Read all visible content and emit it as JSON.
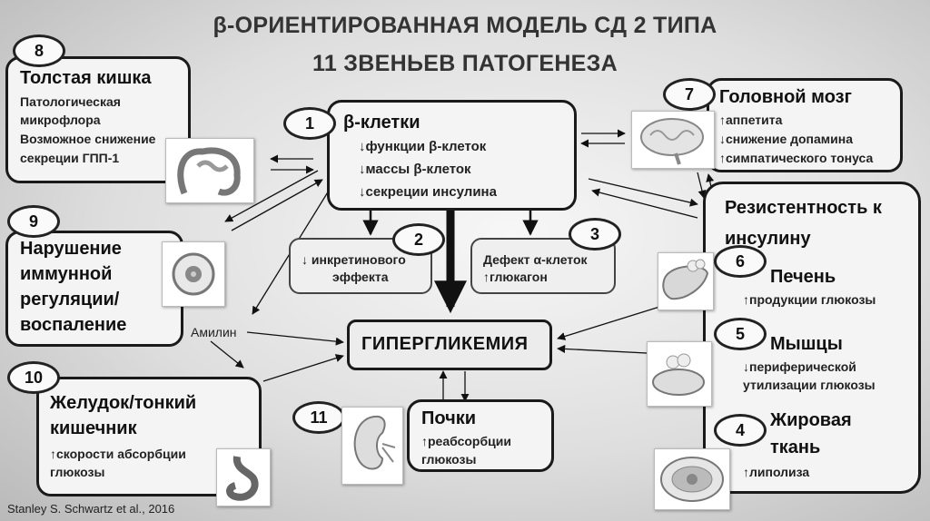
{
  "title": {
    "line1": "β-ОРИЕНТИРОВАННАЯ МОДЕЛЬ СД 2 ТИПА",
    "line2": "11 ЗВЕНЬЕВ ПАТОГЕНЕЗА"
  },
  "beta_cells": {
    "num": "1",
    "heading": "β-клетки",
    "items": [
      "↓функции β-клеток",
      "↓массы β-клеток",
      "↓секреции инсулина"
    ]
  },
  "incretin": {
    "num": "2",
    "line1": "↓ инкретинового",
    "line2": "эффекта"
  },
  "alpha_cells": {
    "num": "3",
    "line1": "Дефект α-клеток",
    "line2": "↑глюкагон"
  },
  "hyperglycemia": {
    "label": "ГИПЕРГЛИКЕМИЯ"
  },
  "colon": {
    "num": "8",
    "heading": "Толстая кишка",
    "items": [
      "Патологическая",
      "микрофлора",
      "Возможное снижение",
      "секреции ГПП-1"
    ]
  },
  "immune": {
    "num": "9",
    "lines": [
      "Нарушение",
      "иммунной",
      "регуляции/",
      "воспаление"
    ]
  },
  "amylin": {
    "label": "Амилин"
  },
  "stomach": {
    "num": "10",
    "lines": [
      "Желудок/тонкий",
      "кишечник"
    ],
    "items": [
      "↑скорости абсорбции",
      "глюкозы"
    ]
  },
  "kidneys": {
    "num": "11",
    "heading": "Почки",
    "items": [
      "↑реабсорбции",
      "глюкозы"
    ]
  },
  "brain": {
    "num": "7",
    "heading": "Головной мозг",
    "items": [
      "↑аппетита",
      "↓снижение допамина",
      "↑симпатического тонуса"
    ]
  },
  "resistance": {
    "lines": [
      "Резистентность к",
      "инсулину"
    ],
    "liver": {
      "num": "6",
      "heading": "Печень",
      "item": "↑продукции глюкозы"
    },
    "muscle": {
      "num": "5",
      "heading": "Мышцы",
      "items": [
        "↓периферической",
        "утилизации глюкозы"
      ]
    },
    "fat": {
      "num": "4",
      "lines": [
        "Жировая",
        "ткань"
      ],
      "item": "↑липолиза"
    }
  },
  "credit": "Stanley S. Schwartz et al., 2016"
}
